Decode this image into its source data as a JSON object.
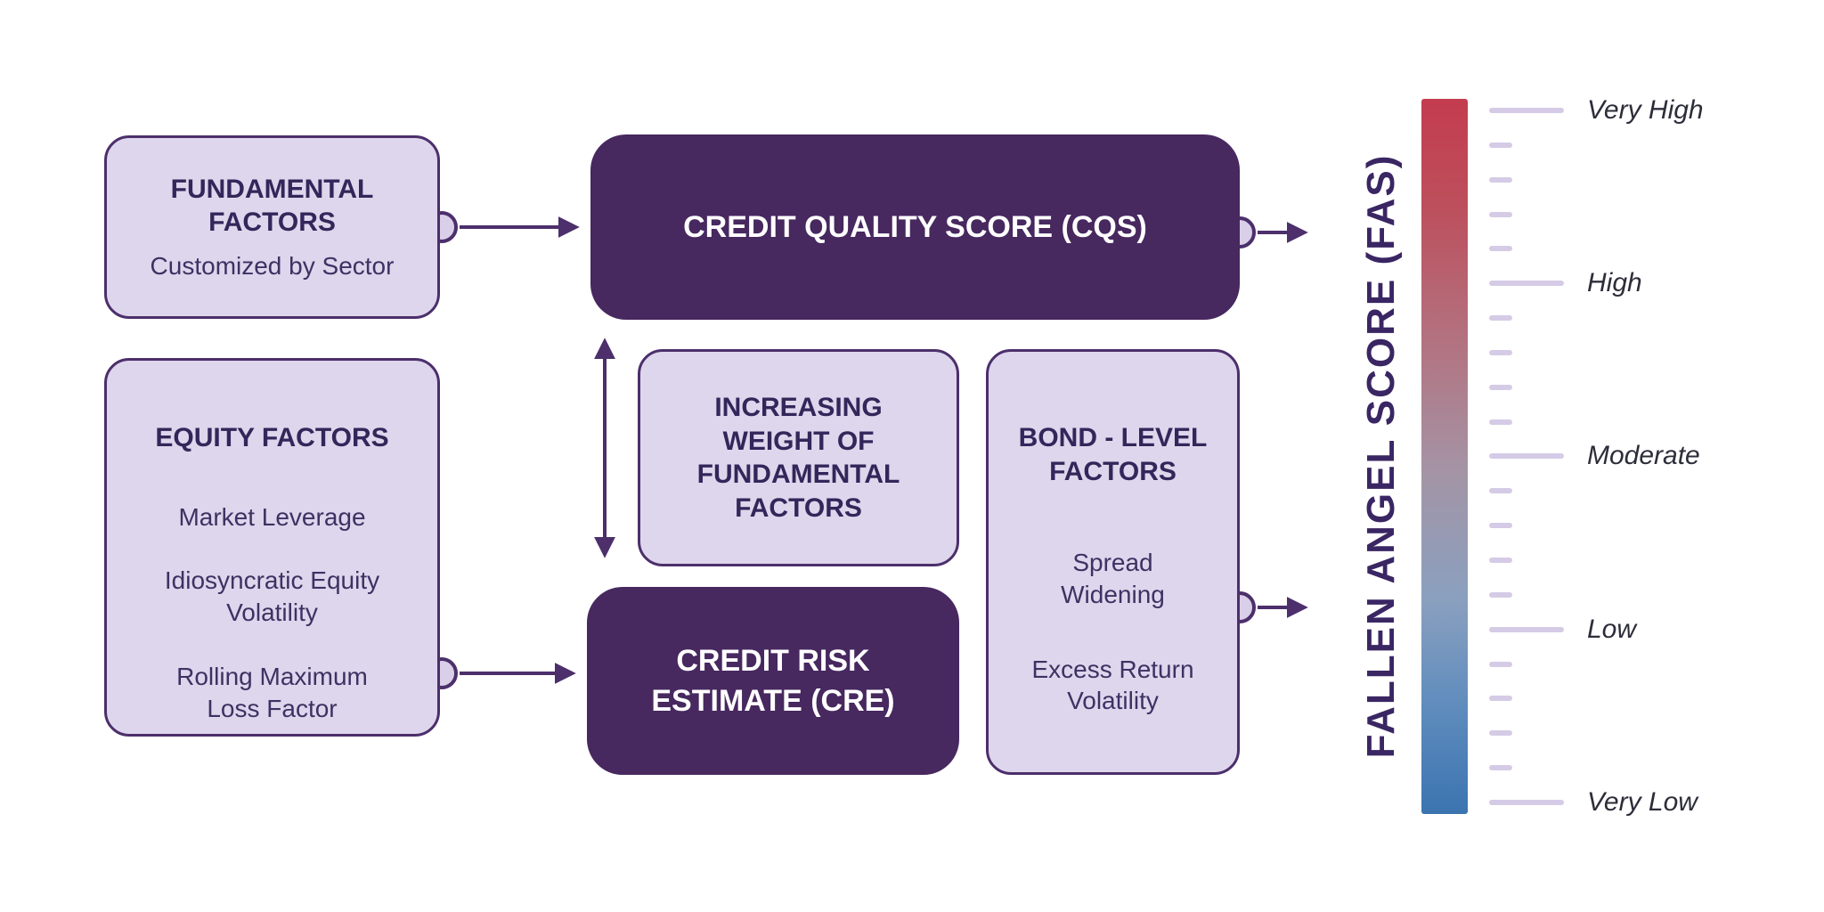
{
  "boxes": {
    "fundamental": {
      "title": "FUNDAMENTAL\nFACTORS",
      "subtitle": "Customized by Sector"
    },
    "equity": {
      "title": "EQUITY FACTORS",
      "items": [
        "Market Leverage",
        "Idiosyncratic Equity\nVolatility",
        "Rolling Maximum\nLoss Factor"
      ]
    },
    "cqs": {
      "title": "CREDIT QUALITY SCORE (CQS)"
    },
    "weight": {
      "title": "INCREASING\nWEIGHT OF\nFUNDAMENTAL\nFACTORS"
    },
    "cre": {
      "title": "CREDIT RISK\nESTIMATE (CRE)"
    },
    "bond": {
      "title": "BOND - LEVEL\nFACTORS",
      "items": [
        "Spread\nWidening",
        "Excess Return\nVolatility"
      ]
    }
  },
  "scale": {
    "axis_label": "FALLEN ANGEL SCORE (FAS)",
    "levels": [
      "Very High",
      "High",
      "Moderate",
      "Low",
      "Very Low"
    ],
    "gradient_top_color": "#c33c4e",
    "gradient_bottom_color": "#3b74b0"
  },
  "colors": {
    "dark_purple": "#47285f",
    "light_purple": "#ded6ec",
    "outline_purple": "#4c2f6b",
    "tick_color": "#d5cbe6",
    "heading_text": "#33265a",
    "body_text": "#3c3263"
  }
}
